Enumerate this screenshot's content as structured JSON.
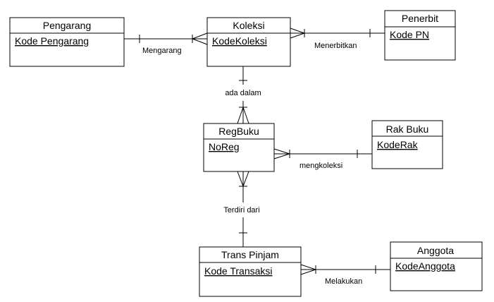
{
  "entities": [
    {
      "id": "pengarang",
      "title": "Pengarang",
      "key": "Kode Pengarang"
    },
    {
      "id": "koleksi",
      "title": "Koleksi",
      "key": "KodeKoleksi"
    },
    {
      "id": "penerbit",
      "title": "Penerbit",
      "key": "Kode PN"
    },
    {
      "id": "regbuku",
      "title": "RegBuku",
      "key": "NoReg"
    },
    {
      "id": "rakbuku",
      "title": "Rak Buku",
      "key": "KodeRak"
    },
    {
      "id": "transpinjam",
      "title": "Trans Pinjam",
      "key": "Kode Transaksi"
    },
    {
      "id": "anggota",
      "title": "Anggota",
      "key": "KodeAnggota"
    }
  ],
  "relationships": [
    {
      "id": "mengarang",
      "label": "Mengarang",
      "from": "pengarang",
      "to": "koleksi"
    },
    {
      "id": "menerbitkan",
      "label": "Menerbitkan",
      "from": "koleksi",
      "to": "penerbit"
    },
    {
      "id": "ada-dalam",
      "label": "ada dalam",
      "from": "koleksi",
      "to": "regbuku"
    },
    {
      "id": "mengkoleksi",
      "label": "mengkoleksi",
      "from": "regbuku",
      "to": "rakbuku"
    },
    {
      "id": "terdiri-dari",
      "label": "Terdiri dari",
      "from": "regbuku",
      "to": "transpinjam"
    },
    {
      "id": "melakukan",
      "label": "Melakukan",
      "from": "transpinjam",
      "to": "anggota"
    }
  ]
}
